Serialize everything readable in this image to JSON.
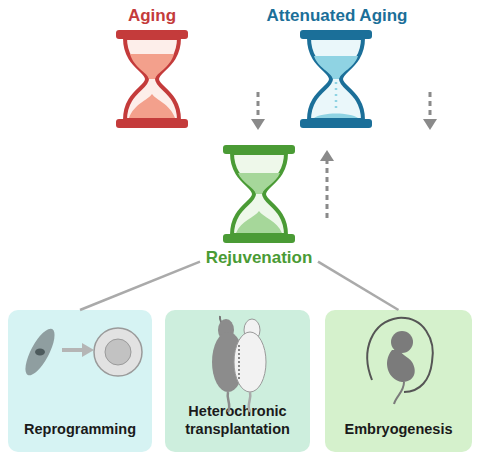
{
  "diagram": {
    "nodes": [
      {
        "text": [
          "Aging"
        ]
      },
      {
        "text": [
          "Attenuated Aging"
        ]
      },
      {
        "text": [
          "Rejuvenation"
        ]
      },
      {
        "text": [
          "Reprogramming"
        ]
      },
      {
        "text": [
          "Heterochronic transplantation"
        ]
      },
      {
        "text": [
          "Embryogenesis"
        ]
      }
    ],
    "edges": [
      {
        "from": 2,
        "to": 3,
        "arrow": "none"
      },
      {
        "from": 2,
        "to": 5,
        "arrow": "none"
      }
    ]
  }
}
